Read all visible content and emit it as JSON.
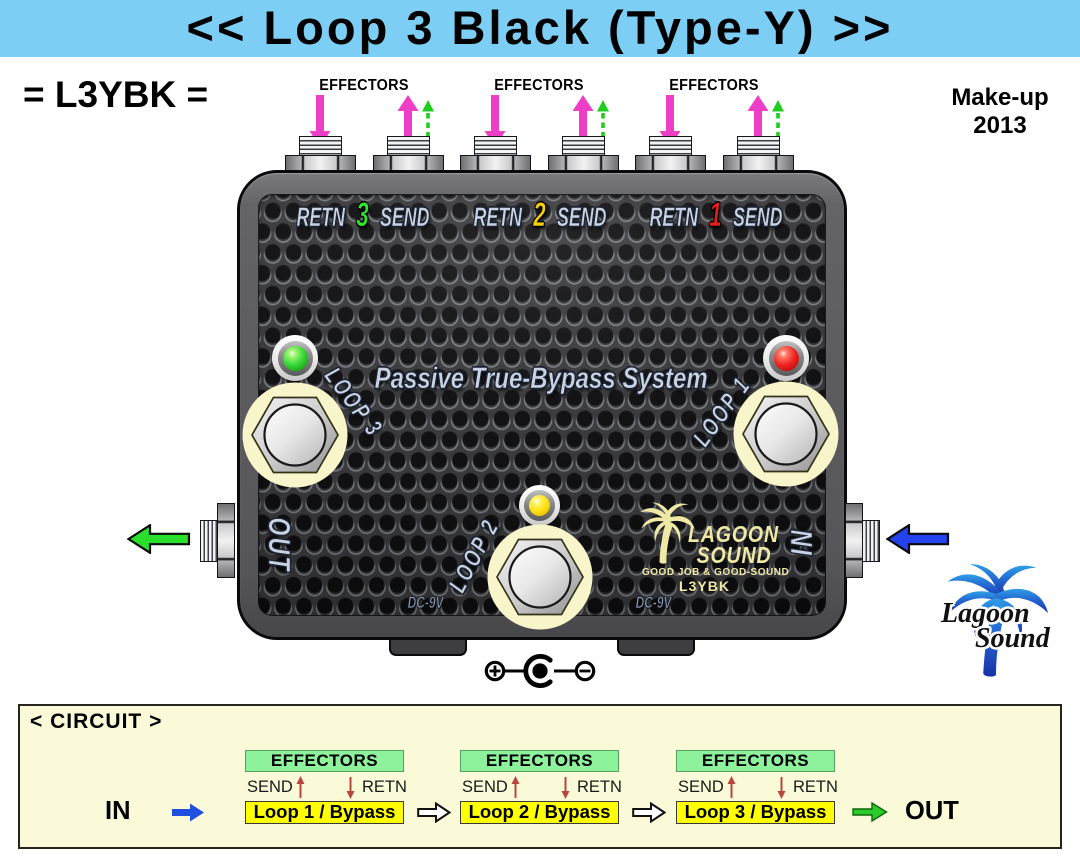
{
  "banner": {
    "title": "<< Loop 3 Black (Type-Y) >>",
    "bg_color": "#7DCEF4"
  },
  "header": {
    "model_code": "= L3YBK =",
    "makeup_line1": "Make-up",
    "makeup_line2": "2013"
  },
  "top_jacks": {
    "effectors_labels": [
      "EFFECTORS",
      "EFFECTORS",
      "EFFECTORS"
    ],
    "send_arrow_color": "#EE3EC8",
    "return_arrow_color": "#21CC21"
  },
  "pedal": {
    "jack_rows": [
      {
        "retn": "RETN",
        "num": "3",
        "send": "SEND",
        "num_color": "#2FE52F"
      },
      {
        "retn": "RETN",
        "num": "2",
        "send": "SEND",
        "num_color": "#F2CE0C"
      },
      {
        "retn": "RETN",
        "num": "1",
        "send": "SEND",
        "num_color": "#E02020"
      }
    ],
    "center_text": "Passive True-Bypass System",
    "loop_labels": {
      "loop3": "LOOP 3",
      "loop2": "LOOP 2",
      "loop1": "LOOP 1"
    },
    "out_label": "OUT",
    "in_label": "IN",
    "dc_label_left": "DC-9V",
    "dc_label_right": "DC-9V",
    "led_colors": {
      "loop3": "#3FDC3F",
      "loop2": "#FFE112",
      "loop1": "#EE2222"
    },
    "logo": {
      "brand_line1": "LAGOON",
      "brand_line2": "SOUND",
      "tagline": "GOOD JOB & GOOD-SOUND",
      "model": "L3YBK"
    }
  },
  "side_io": {
    "out_arrow_color": "#2ADF2B",
    "in_arrow_color": "#2442EE"
  },
  "corner_logo": {
    "line1": "Lagoon",
    "line2": "Sound"
  },
  "circuit": {
    "heading": "< CIRCUIT >",
    "in_label": "IN",
    "out_label": "OUT",
    "groups": [
      {
        "effectors": "EFFECTORS",
        "send": "SEND",
        "retn": "RETN",
        "loop": "Loop 1 / Bypass"
      },
      {
        "effectors": "EFFECTORS",
        "send": "SEND",
        "retn": "RETN",
        "loop": "Loop 2 / Bypass"
      },
      {
        "effectors": "EFFECTORS",
        "send": "SEND",
        "retn": "RETN",
        "loop": "Loop 3 / Bypass"
      }
    ],
    "panel_bg": "#FAFAD9",
    "effectors_box_color": "#8DF29B",
    "loop_box_color": "#FFFF00"
  }
}
